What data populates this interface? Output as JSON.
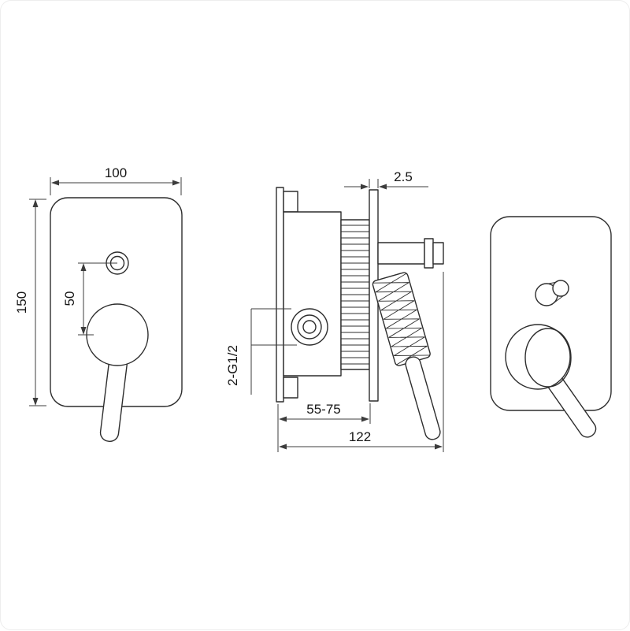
{
  "drawing": {
    "front_view": {
      "width_mm": "100",
      "height_mm": "150",
      "center_offset_mm": "50"
    },
    "side_view": {
      "plate_thickness_mm": "2.5",
      "mount_depth_range_mm": "55-75",
      "overall_depth_mm": "122",
      "connection_thread_label": "2-G1/2"
    }
  }
}
